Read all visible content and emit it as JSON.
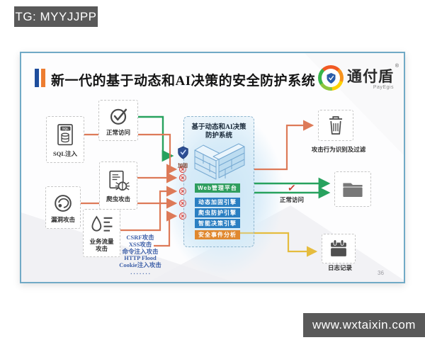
{
  "overlays": {
    "telegram_badge": "TG: MYYJJPP",
    "website_badge": "www.wxtaixin.com"
  },
  "slide": {
    "title": "新一代的基于动态和AI决策的安全防护系统",
    "page_number": "36",
    "logo": {
      "brand": "通付盾",
      "registered": "®",
      "subtitle": "PayEgis"
    },
    "sources": {
      "normal_access": "正常访问",
      "sql_injection": "SQL注入",
      "sql_file_tag": "SQL",
      "crawler_attack": "爬虫攻击",
      "vulnerability_attack": "漏洞攻击",
      "traffic_attack_line1": "业务流量",
      "traffic_attack_line2": "攻击"
    },
    "attack_list": {
      "items": [
        "CSRF攻击",
        "XSS攻击",
        "命令注入攻击",
        "HTTP Flood",
        "Cookie注入攻击",
        ". . . . . . ."
      ]
    },
    "center": {
      "title_line1": "基于动态和AI决策",
      "title_line2": "防护系统",
      "shield_label": "加固",
      "modules": [
        {
          "label": "Web管理平台"
        },
        {
          "label": "动态加固引擎"
        },
        {
          "label": "爬虫防护引擎"
        },
        {
          "label": "智能决策引擎"
        },
        {
          "label": "安全事件分析"
        }
      ]
    },
    "outputs": {
      "attack_filter_label": "攻击行为识别及过滤",
      "normal_access_label": "正常访问",
      "normal_access_check": "✓",
      "log_label": "日志记录"
    },
    "colors": {
      "attack_line": "#dd7a58",
      "normal_line": "#27a25e",
      "log_line": "#e5bc3e",
      "module_green": "#2f9e5f",
      "module_blue": "#2b7fc2",
      "module_orange": "#e0882f",
      "title_bar_blue": "#1f4e9c",
      "title_bar_orange": "#ed7d31",
      "badge_background": "#595959",
      "slide_border": "#71aac6",
      "attack_text": "#3d5fa8"
    }
  }
}
